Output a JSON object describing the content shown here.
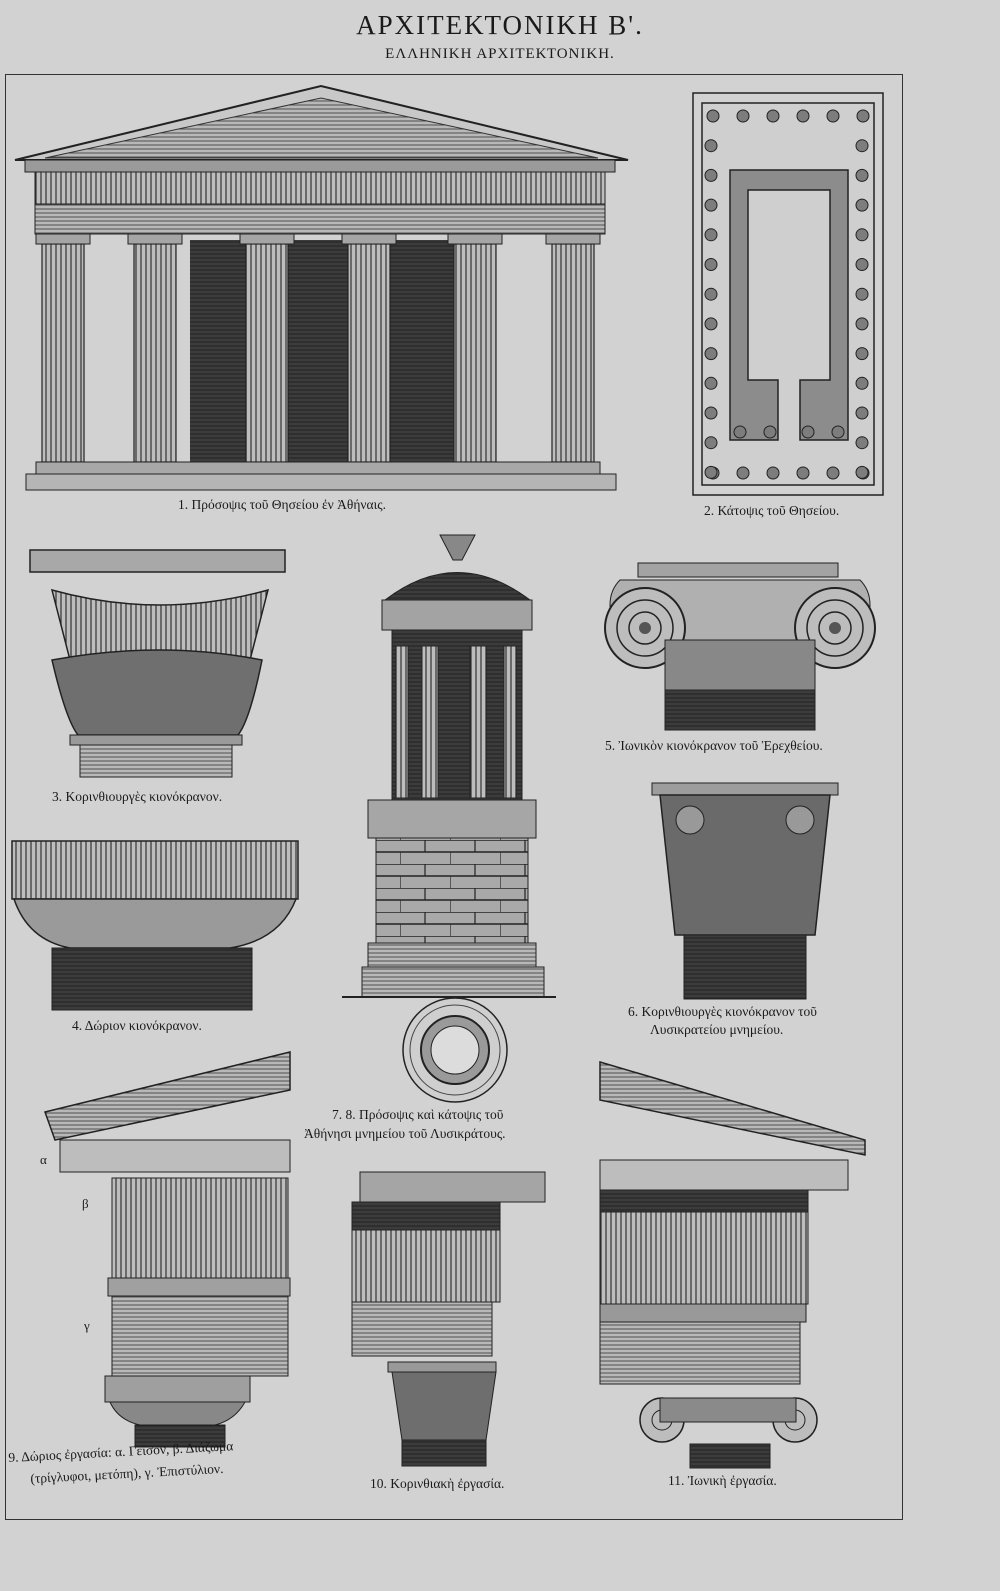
{
  "header": {
    "title": "ΑΡΧΙΤΕΚΤΟΝΙΚΗ Β'.",
    "subtitle": "ΕΛΛΗΝΙΚΗ ΑΡΧΙΤΕΚΤΟΝΙΚΗ."
  },
  "figures": {
    "fig1": "1. Πρόσοψις τοῦ Θησείου ἐν Ἀθήναις.",
    "fig2": "2. Κάτοψις τοῦ Θησείου.",
    "fig3": "3. Κορινθιουργὲς κιονόκρανον.",
    "fig4": "4. Δώριον κιονόκρανον.",
    "fig5": "5. Ἰωνικὸν κιονόκρανον τοῦ Ἐρεχθείου.",
    "fig6_line1": "6. Κορινθιουργὲς κιονόκρανον τοῦ",
    "fig6_line2": "Λυσικρατείου μνημείου.",
    "fig78_line1": "7. 8. Πρόσοψις καὶ κάτοψις τοῦ",
    "fig78_line2": "Ἀθήνησι μνημείου τοῦ Λυσικράτους.",
    "fig9_line1": "9. Δώριος ἐργασία: α. Γεῖσον, β. Διάζωμα",
    "fig9_line2": "(τρίγλυφοι, μετόπη), γ. Ἐπιστύλιον.",
    "fig10": "10. Κορινθιακὴ ἐργασία.",
    "fig11": "11. Ἰωνικὴ ἐργασία."
  },
  "letters": {
    "a": "α",
    "b": "β",
    "c": "γ"
  }
}
